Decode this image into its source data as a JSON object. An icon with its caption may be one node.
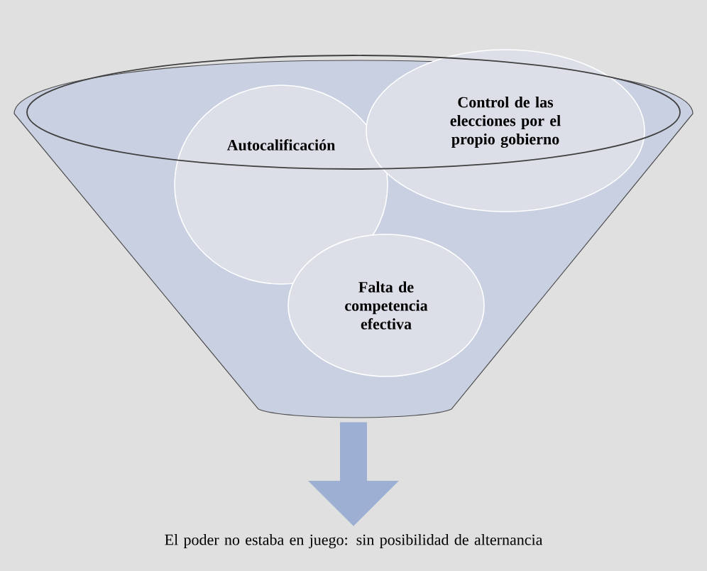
{
  "diagram": {
    "nodes": [
      {
        "text": [],
        "shape": "funnel"
      },
      {
        "text": [
          "Autocalificación"
        ],
        "in": 0
      },
      {
        "text": [
          "Control de las elecciones por el propio gobierno"
        ],
        "in": 0
      },
      {
        "text": [
          "Falta de competencia efectiva"
        ],
        "in": 0
      },
      {
        "text": [
          "El poder no estaba en juego: sin posibilidad de alternancia"
        ]
      }
    ],
    "edges": [
      {
        "from": 0,
        "to": 4,
        "arrow": "to"
      }
    ]
  }
}
